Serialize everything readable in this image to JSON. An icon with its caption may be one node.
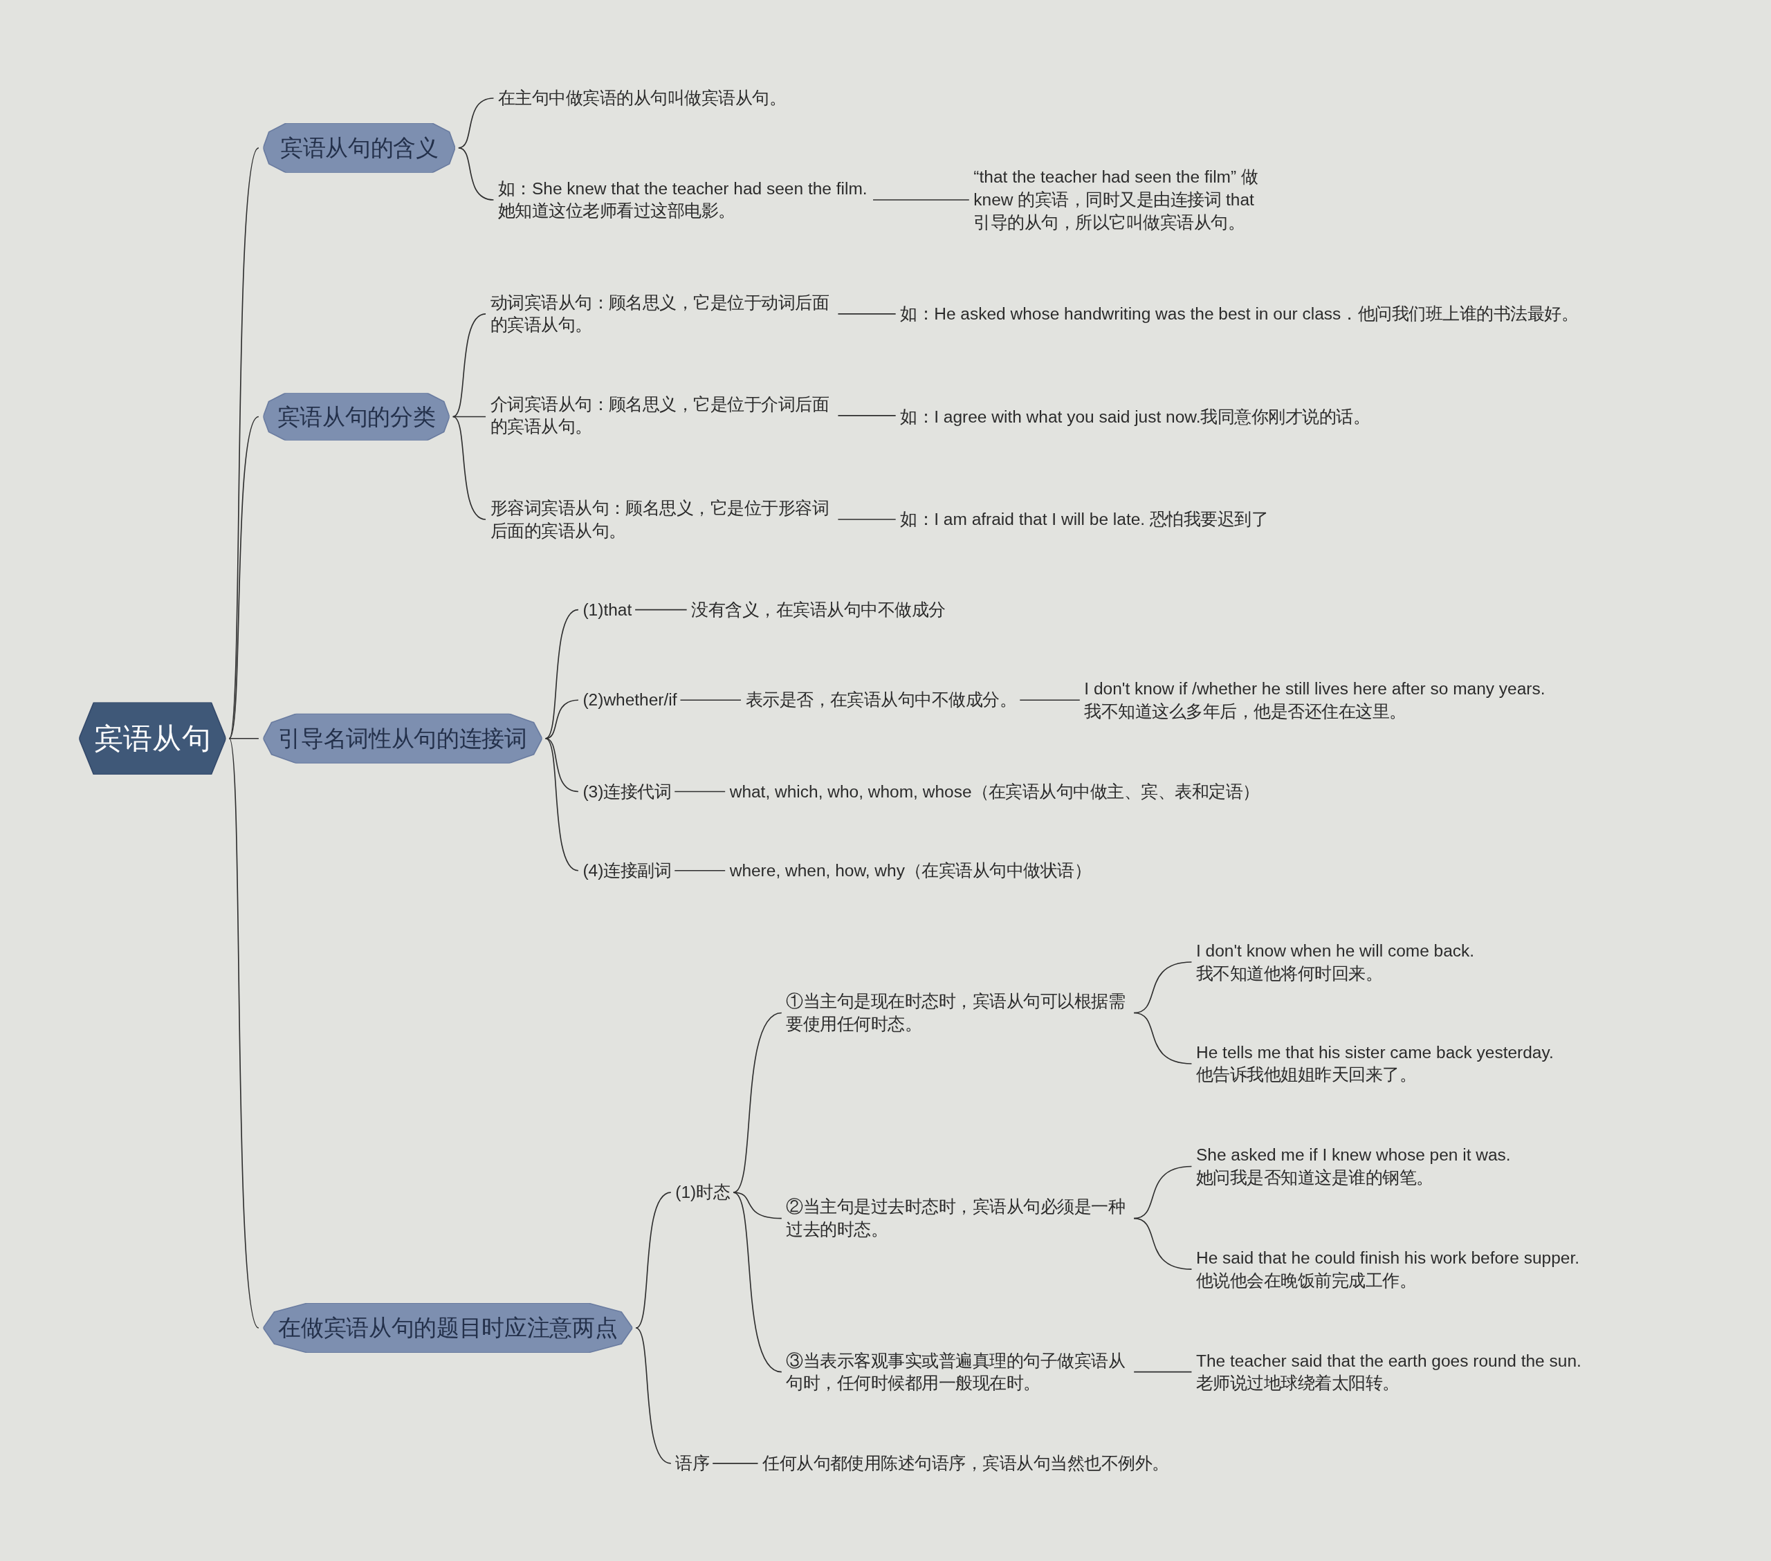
{
  "diagram": {
    "nodes": [
      {
        "text": [
          "宾语从句"
        ]
      },
      {
        "text": [
          "宾语从句的含义"
        ]
      },
      {
        "text": [
          "在主句中做宾语的从句叫做宾语从句。"
        ]
      },
      {
        "text": [
          "如：She knew that the teacher had seen the film. 她知道这位老师看过这部电影。"
        ]
      },
      {
        "text": [
          "“that the teacher had seen the film” 做 knew 的宾语，同时又是由连接词 that 引导的从句，所以它叫做宾语从句。"
        ]
      },
      {
        "text": [
          "宾语从句的分类"
        ]
      },
      {
        "text": [
          "动词宾语从句：顾名思义，它是位于动词后面的宾语从句。"
        ]
      },
      {
        "text": [
          "如：He asked whose handwriting was the best in our class．他问我们班上谁的书法最好。"
        ]
      },
      {
        "text": [
          "介词宾语从句：顾名思义，它是位于介词后面的宾语从句。"
        ]
      },
      {
        "text": [
          "如：I agree with what you said just now.我同意你刚才说的话。"
        ]
      },
      {
        "text": [
          "形容词宾语从句：顾名思义，它是位于形容词后面的宾语从句。"
        ]
      },
      {
        "text": [
          "如：I am afraid that I will be late. 恐怕我要迟到了"
        ]
      },
      {
        "text": [
          "引导名词性从句的连接词"
        ]
      },
      {
        "text": [
          "(1)that"
        ]
      },
      {
        "text": [
          "没有含义，在宾语从句中不做成分"
        ]
      },
      {
        "text": [
          "(2)whether/if"
        ]
      },
      {
        "text": [
          "表示是否，在宾语从句中不做成分。"
        ]
      },
      {
        "text": [
          "I don't know if /whether he still lives here after so many years. 我不知道这么多年后，他是否还住在这里。"
        ]
      },
      {
        "text": [
          "(3)连接代词"
        ]
      },
      {
        "text": [
          "what, which, who, whom, whose（在宾语从句中做主、宾、表和定语）"
        ]
      },
      {
        "text": [
          "(4)连接副词"
        ]
      },
      {
        "text": [
          "where, when, how, why（在宾语从句中做状语）"
        ]
      },
      {
        "text": [
          "在做宾语从句的题目时应注意两点"
        ]
      },
      {
        "text": [
          "(1)时态"
        ]
      },
      {
        "text": [
          "①当主句是现在时态时，宾语从句可以根据需要使用任何时态。"
        ]
      },
      {
        "text": [
          "I don't know when he will come back. 我不知道他将何时回来。"
        ]
      },
      {
        "text": [
          "He tells me that his sister came back yesterday. 他告诉我他姐姐昨天回来了。"
        ]
      },
      {
        "text": [
          "②当主句是过去时态时，宾语从句必须是一种过去的时态。"
        ]
      },
      {
        "text": [
          "She asked me if I knew whose pen it was. 她问我是否知道这是谁的钢笔。"
        ]
      },
      {
        "text": [
          "He said that he could finish his work before supper. 他说他会在晚饭前完成工作。"
        ]
      },
      {
        "text": [
          "③当表示客观事实或普遍真理的句子做宾语从句时，任何时候都用一般现在时。"
        ]
      },
      {
        "text": [
          "The teacher said that the earth goes round the sun. 老师说过地球绕着太阳转。"
        ]
      },
      {
        "text": [
          "语序"
        ]
      },
      {
        "text": [
          "任何从句都使用陈述句语序，宾语从句当然也不例外。"
        ]
      }
    ],
    "edges": [
      {
        "from": 0,
        "to": 1,
        "arrow": "none"
      },
      {
        "from": 0,
        "to": 5,
        "arrow": "none"
      },
      {
        "from": 0,
        "to": 12,
        "arrow": "none"
      },
      {
        "from": 0,
        "to": 22,
        "arrow": "none"
      },
      {
        "from": 1,
        "to": 2,
        "arrow": "none"
      },
      {
        "from": 1,
        "to": 3,
        "arrow": "none"
      },
      {
        "from": 3,
        "to": 4,
        "arrow": "none"
      },
      {
        "from": 5,
        "to": 6,
        "arrow": "none"
      },
      {
        "from": 5,
        "to": 8,
        "arrow": "none"
      },
      {
        "from": 5,
        "to": 10,
        "arrow": "none"
      },
      {
        "from": 6,
        "to": 7,
        "arrow": "none"
      },
      {
        "from": 8,
        "to": 9,
        "arrow": "none"
      },
      {
        "from": 10,
        "to": 11,
        "arrow": "none"
      },
      {
        "from": 12,
        "to": 13,
        "arrow": "none"
      },
      {
        "from": 12,
        "to": 15,
        "arrow": "none"
      },
      {
        "from": 12,
        "to": 18,
        "arrow": "none"
      },
      {
        "from": 12,
        "to": 20,
        "arrow": "none"
      },
      {
        "from": 13,
        "to": 14,
        "arrow": "none"
      },
      {
        "from": 15,
        "to": 16,
        "arrow": "none"
      },
      {
        "from": 16,
        "to": 17,
        "arrow": "none"
      },
      {
        "from": 18,
        "to": 19,
        "arrow": "none"
      },
      {
        "from": 20,
        "to": 21,
        "arrow": "none"
      },
      {
        "from": 22,
        "to": 23,
        "arrow": "none"
      },
      {
        "from": 22,
        "to": 32,
        "arrow": "none"
      },
      {
        "from": 23,
        "to": 24,
        "arrow": "none"
      },
      {
        "from": 23,
        "to": 27,
        "arrow": "none"
      },
      {
        "from": 23,
        "to": 30,
        "arrow": "none"
      },
      {
        "from": 24,
        "to": 25,
        "arrow": "none"
      },
      {
        "from": 24,
        "to": 26,
        "arrow": "none"
      },
      {
        "from": 27,
        "to": 28,
        "arrow": "none"
      },
      {
        "from": 27,
        "to": 29,
        "arrow": "none"
      },
      {
        "from": 30,
        "to": 31,
        "arrow": "none"
      },
      {
        "from": 32,
        "to": 33,
        "arrow": "none"
      }
    ]
  }
}
